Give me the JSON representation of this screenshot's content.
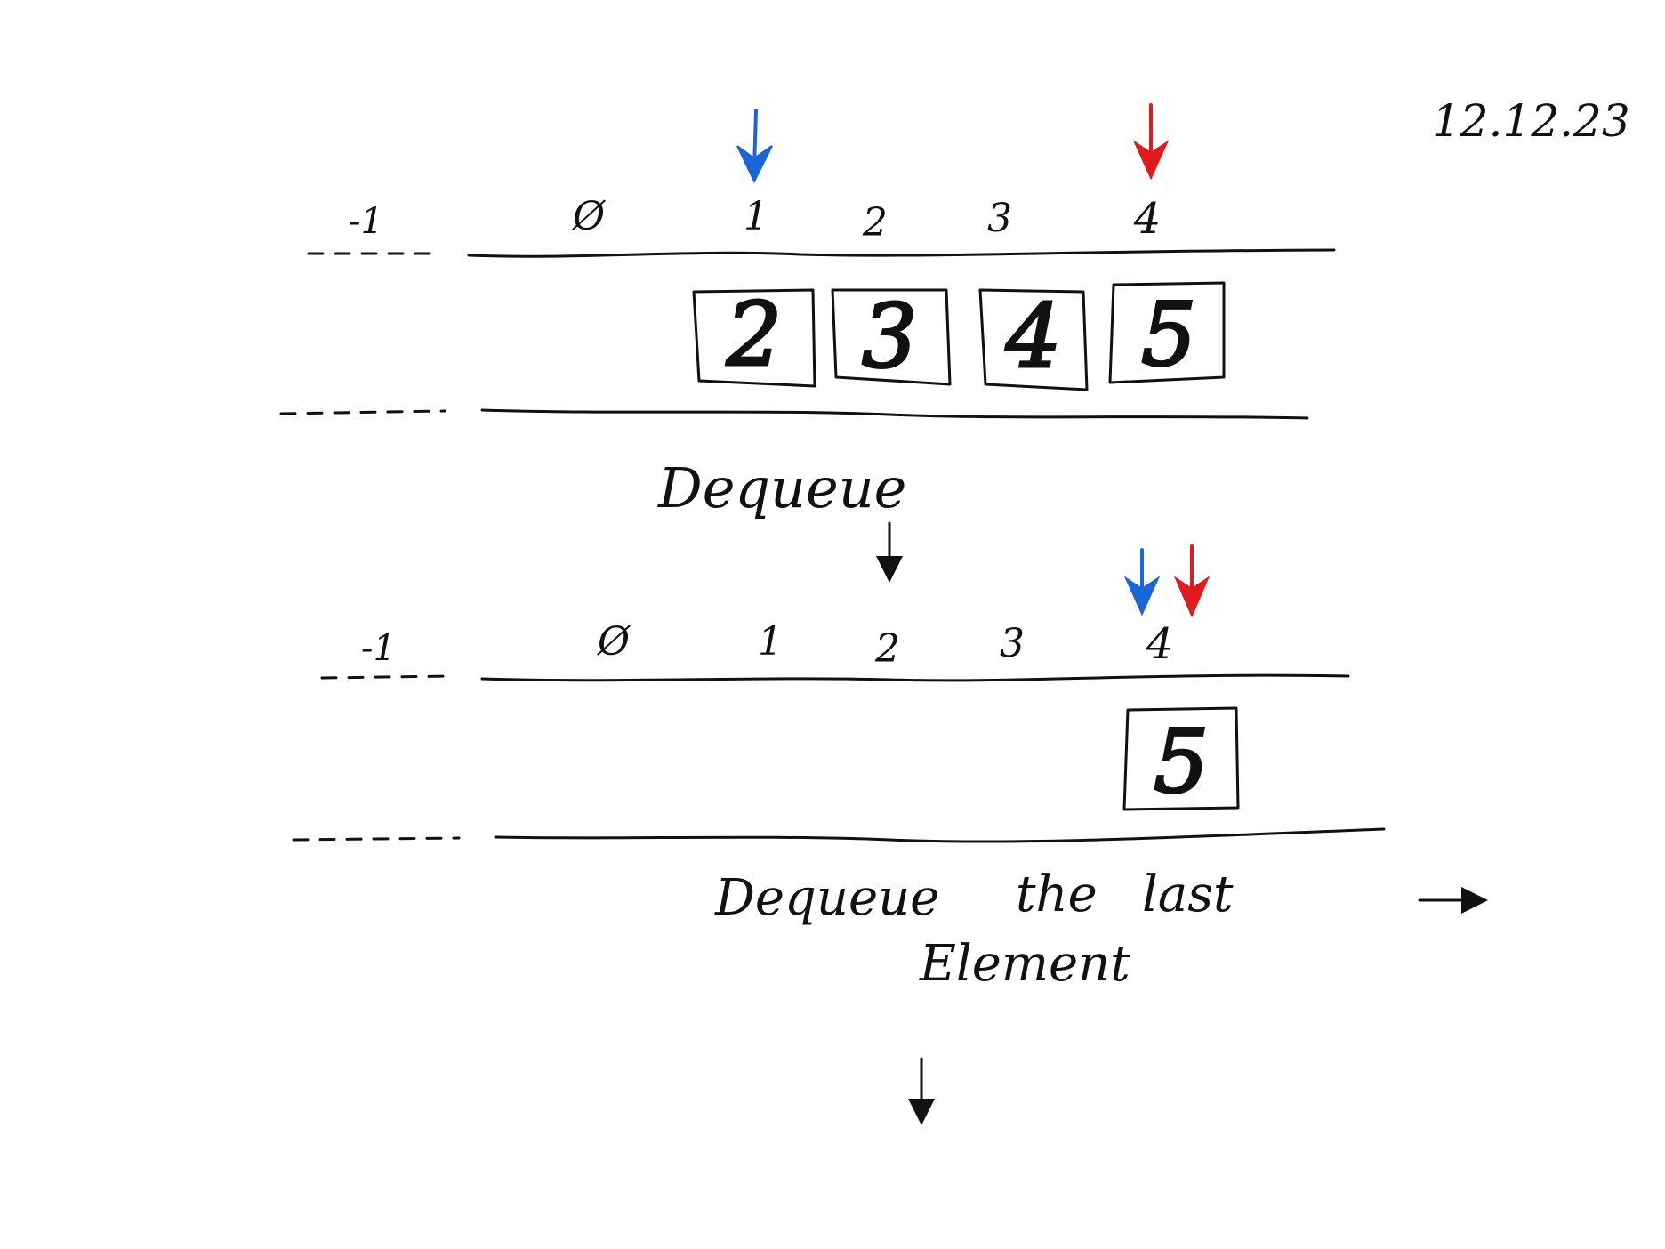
{
  "date": "12.12.23",
  "colors": {
    "ink": "#111111",
    "blue_pointer": "#1a66d9",
    "red_pointer": "#e01b1b"
  },
  "top_queue": {
    "dashed_index": "-1",
    "indices": [
      "Ø",
      "1",
      "2",
      "3",
      "4"
    ],
    "elements": [
      "2",
      "3",
      "4",
      "5"
    ],
    "blue_pointer_index": "1",
    "red_pointer_index": "4"
  },
  "label_1": "Dequeue",
  "bottom_queue": {
    "dashed_index": "-1",
    "indices": [
      "Ø",
      "1",
      "2",
      "3",
      "4"
    ],
    "elements": [
      "5"
    ],
    "blue_pointer_index": "4",
    "red_pointer_index": "4"
  },
  "label_2": {
    "line1": "Dequeue",
    "line2": "the",
    "line3": "last",
    "line4": "Element"
  }
}
